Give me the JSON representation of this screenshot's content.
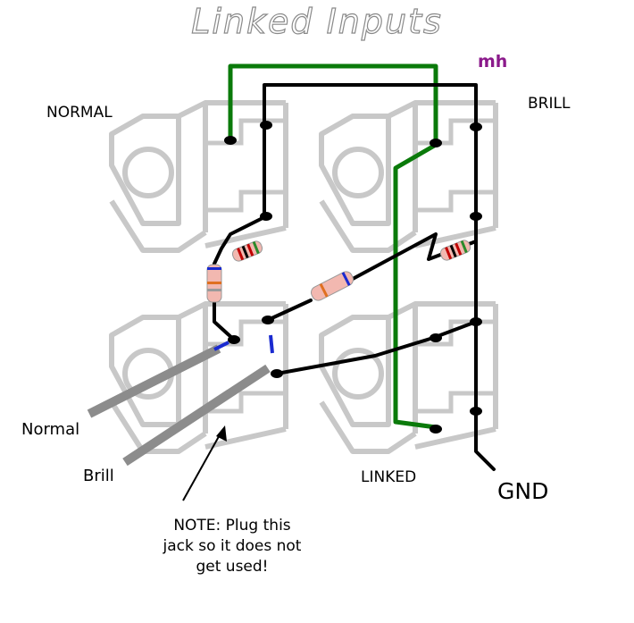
{
  "title": "Linked Inputs",
  "author_mark": "mh",
  "labels": {
    "normal_jack": "NORMAL",
    "brill_jack": "BRILL",
    "linked_jack": "LINKED",
    "ground": "GND",
    "input_normal": "Normal",
    "input_brill": "Brill"
  },
  "note": [
    "NOTE: Plug this",
    "jack so it does not",
    "get used!"
  ],
  "colors": {
    "jack_outline": "#c8c8c8",
    "wire": "#000000",
    "link_wire": "#0a7a0a",
    "cable": "#8c8c8c",
    "resistor_body": "#f2b8b0",
    "author_mark": "#8b1a8b"
  }
}
